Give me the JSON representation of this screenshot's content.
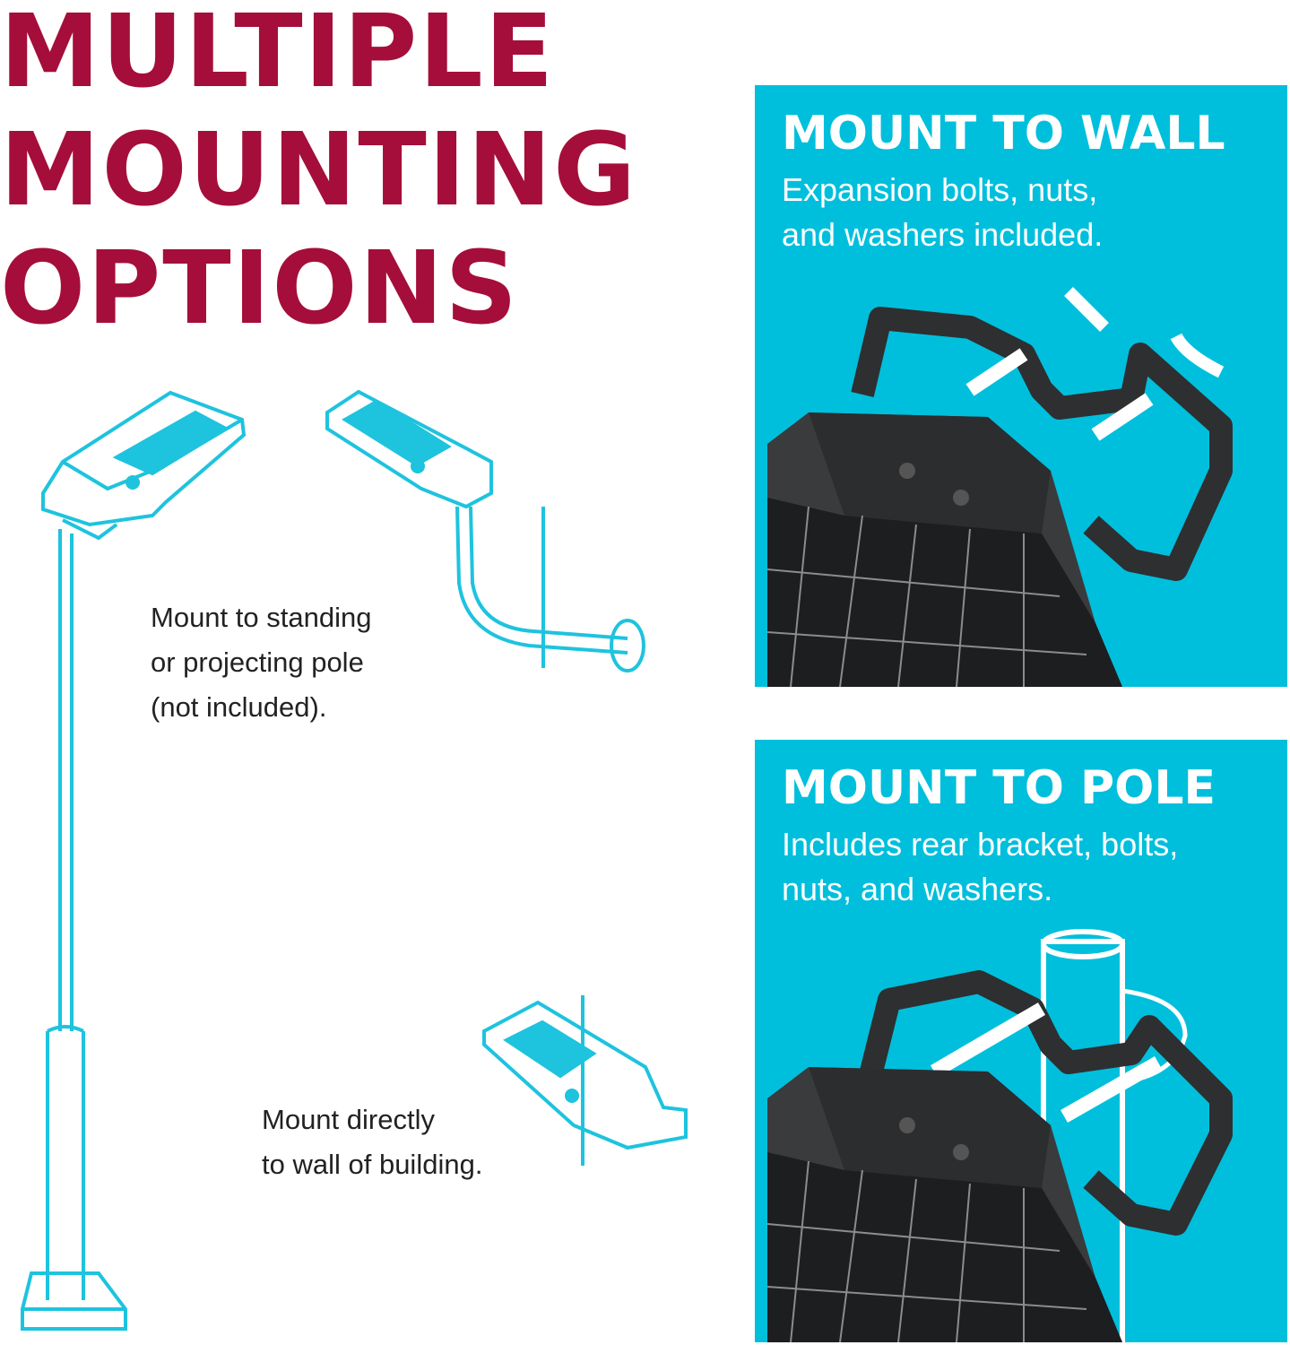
{
  "headline": {
    "line1": "MULTIPLE",
    "line2": "MOUNTING",
    "line3": "OPTIONS"
  },
  "captions": {
    "pole": {
      "line1": "Mount to standing",
      "line2": "or projecting pole",
      "line3": "(not included)."
    },
    "wall": {
      "line1": "Mount directly",
      "line2": "to wall of building."
    }
  },
  "panels": [
    {
      "title": "MOUNT TO WALL",
      "line1": "Expansion bolts, nuts,",
      "line2": "and washers included."
    },
    {
      "title": "MOUNT TO POLE",
      "line1": "Includes rear bracket, bolts,",
      "line2": "nuts, and washers."
    }
  ],
  "colors": {
    "brand": "#A50E3A",
    "accent": "#00BFDC",
    "product": "#3a3b3d"
  }
}
